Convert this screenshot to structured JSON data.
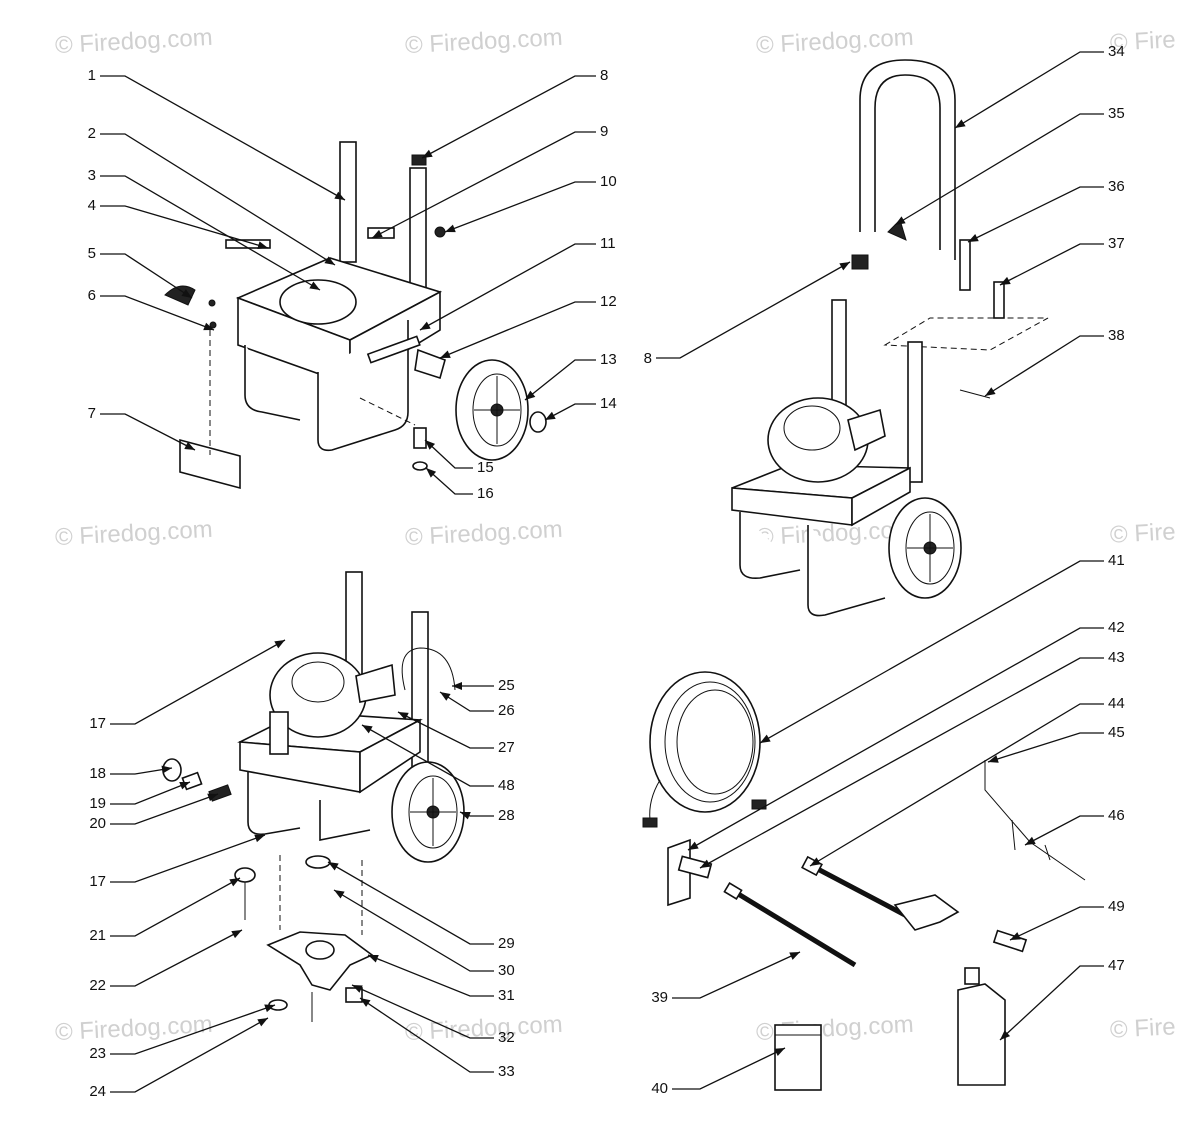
{
  "watermark": "© Firedog.com",
  "watermark_clip": "© Fire",
  "watermark_spots": [
    {
      "text_key": "full"
    },
    {
      "text_key": "full"
    },
    {
      "text_key": "full"
    },
    {
      "text_key": "clip"
    },
    {
      "text_key": "full"
    },
    {
      "text_key": "full"
    },
    {
      "text_key": "full"
    },
    {
      "text_key": "clip"
    },
    {
      "text_key": "full"
    },
    {
      "text_key": "full"
    },
    {
      "text_key": "full"
    },
    {
      "text_key": "clip"
    }
  ],
  "callouts": [
    "1",
    "2",
    "3",
    "4",
    "5",
    "6",
    "7",
    "8",
    "9",
    "10",
    "11",
    "12",
    "13",
    "14",
    "15",
    "16",
    "17",
    "18",
    "19",
    "20",
    "17",
    "21",
    "22",
    "23",
    "24",
    "25",
    "26",
    "27",
    "48",
    "28",
    "29",
    "30",
    "31",
    "32",
    "33",
    "34",
    "35",
    "36",
    "37",
    "8",
    "38",
    "41",
    "42",
    "43",
    "44",
    "45",
    "46",
    "49",
    "47",
    "39",
    "40"
  ]
}
